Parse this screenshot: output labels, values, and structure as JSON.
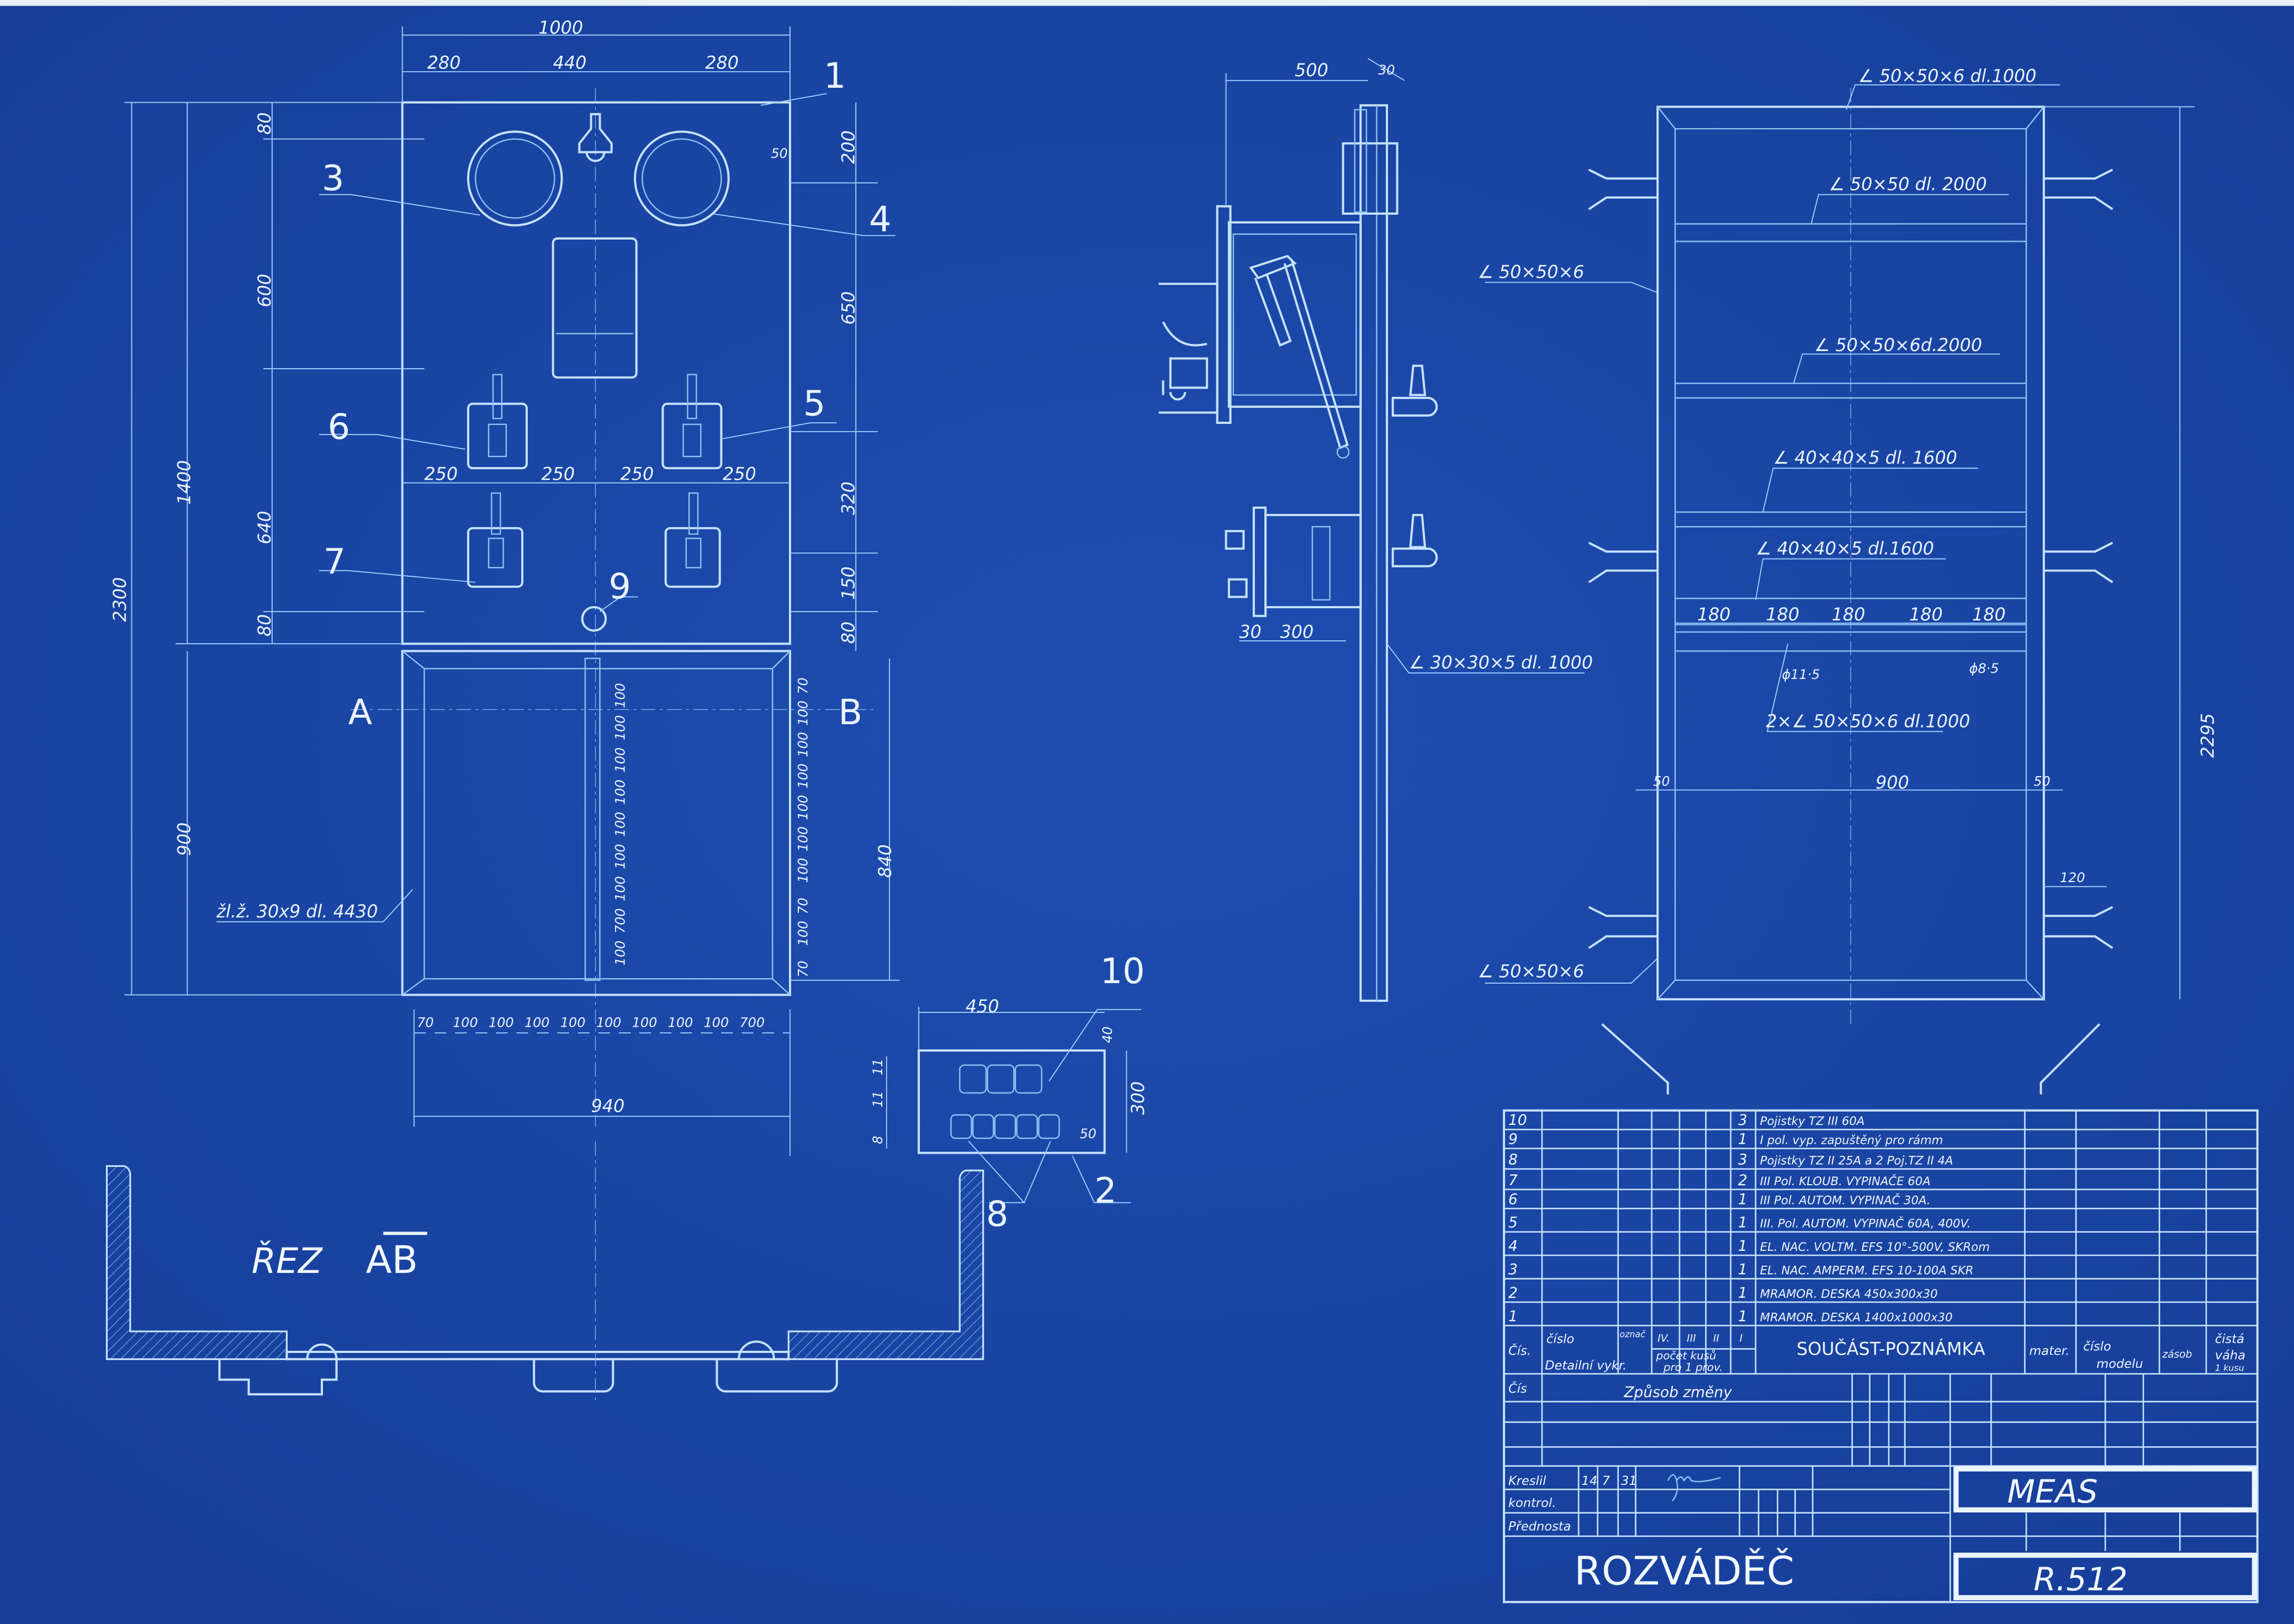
{
  "colors": {
    "paper": "#1b46a6",
    "line": "#8ec3f4",
    "text": "#e9f4ff"
  },
  "front_view": {
    "dims_top": {
      "overall": "1000",
      "left": "280",
      "middle": "440",
      "right": "280"
    },
    "dims_left": {
      "total": "2300",
      "panel": "1400",
      "top_margin": "80",
      "upper": "600",
      "lower": "640",
      "bottom_margin": "80",
      "frame": "900"
    },
    "dims_right": {
      "top": "200",
      "upper": "650",
      "middle": "320",
      "lower": "150",
      "bottom": "80",
      "edge": "50",
      "frame": "840"
    },
    "dims_switch": [
      "250",
      "250",
      "250",
      "250"
    ],
    "part_labels": {
      "p1": "1",
      "p3": "3",
      "p4": "4",
      "p5": "5",
      "p6": "6",
      "p7": "7",
      "p9": "9"
    },
    "section_marks": {
      "a": "A",
      "b": "B"
    },
    "strip_note": "žl.ž. 30x9 dl. 4430",
    "frame_spacing_center": [
      "100",
      "700",
      "100",
      "100",
      "100",
      "100",
      "100",
      "100",
      "100"
    ],
    "frame_spacing_right": [
      "70",
      "100",
      "70",
      "100",
      "100",
      "100",
      "100",
      "100",
      "100",
      "70"
    ],
    "frame_spacing_bottom": [
      "70",
      "100",
      "100",
      "100",
      "100",
      "100",
      "100",
      "100",
      "100",
      "700"
    ],
    "frame_width": "940"
  },
  "fuse_panel": {
    "width": "450",
    "height": "300",
    "top": "40",
    "edge": "50",
    "left_dims": [
      "11",
      "11",
      "8"
    ],
    "part_labels": {
      "p10": "10",
      "p2": "2",
      "p8": "8"
    }
  },
  "section": {
    "title": "ŘEZ",
    "mark": "AB"
  },
  "side_view": {
    "depth": "500",
    "plate": "30",
    "lower_plate": "30",
    "lower_depth": "300",
    "angle_note": "∠ 30×30×5 dl. 1000"
  },
  "frame_view": {
    "labels": {
      "top": "∠ 50×50×6 dl.1000",
      "bar1": "∠ 50×50 dl. 2000",
      "side": "∠ 50×50×6",
      "bar2": "∠ 50×50×6d.2000",
      "bar3": "∠ 40×40×5 dl. 1600",
      "bar4": "∠ 40×40×5 dl.1600",
      "hole1": "ϕ11·5",
      "hole2": "ϕ8·5",
      "double": "2×∠ 50×50×6 dl.1000",
      "bottom_side": "∠ 50×50×6"
    },
    "spacing": [
      "180",
      "180",
      "180",
      "180",
      "180"
    ],
    "width_dims": {
      "left": "50",
      "middle": "900",
      "right": "50",
      "offset": "120"
    },
    "height": "2295"
  },
  "title_block": {
    "parts": [
      {
        "no": "10",
        "qty": "3",
        "desc": "Pojistky TZ III 60A"
      },
      {
        "no": "9",
        "qty": "1",
        "desc": "I pol. vyp. zapuštěný pro rámm"
      },
      {
        "no": "8",
        "qty": "3",
        "desc": "Pojistky TZ II 25A a 2 Poj.TZ II 4A"
      },
      {
        "no": "7",
        "qty": "2",
        "desc": "III Pol. KLOUB. VYPINAČE 60A"
      },
      {
        "no": "6",
        "qty": "1",
        "desc": "III Pol. AUTOM. VYPINAČ 30A."
      },
      {
        "no": "5",
        "qty": "1",
        "desc": "III. Pol. AUTOM. VYPINAČ 60A, 400V."
      },
      {
        "no": "4",
        "qty": "1",
        "desc": "EL. NAC. VOLTM. EFS 10°-500V, SKRom"
      },
      {
        "no": "3",
        "qty": "1",
        "desc": "EL. NAC. AMPERM. EFS 10-100A SKR"
      },
      {
        "no": "2",
        "qty": "1",
        "desc": "MRAMOR. DESKA 450x300x30"
      },
      {
        "no": "1",
        "qty": "1",
        "desc": "MRAMOR. DESKA 1400x1000x30"
      }
    ],
    "headers": {
      "no": "Čís.",
      "drawing_no": "číslo",
      "drawing_sub": "Detailní vykr.",
      "mark": "označ",
      "count_cols": [
        "IV.",
        "III",
        "II",
        "I"
      ],
      "count_label": "počet kusů",
      "count_sub": "pro 1 prov.",
      "part": "SOUČÁST-POZNÁMKA",
      "material": "mater.",
      "model": "číslo",
      "model_sub": "modelu",
      "stock": "zásob",
      "weight": "čistá",
      "weight_sub": "váha",
      "weight_sub2": "1 kusu"
    },
    "changes": {
      "no": "Čís",
      "label": "Způsob změny"
    },
    "signatures": {
      "drawn": "Kreslil",
      "day": "14",
      "month": "7",
      "year": "31",
      "signature": "Jmš",
      "checked": "kontrol.",
      "head": "Přednosta"
    },
    "title": "ROZVÁDĚČ",
    "company": "MEAS",
    "drawing_number": "R.512"
  }
}
